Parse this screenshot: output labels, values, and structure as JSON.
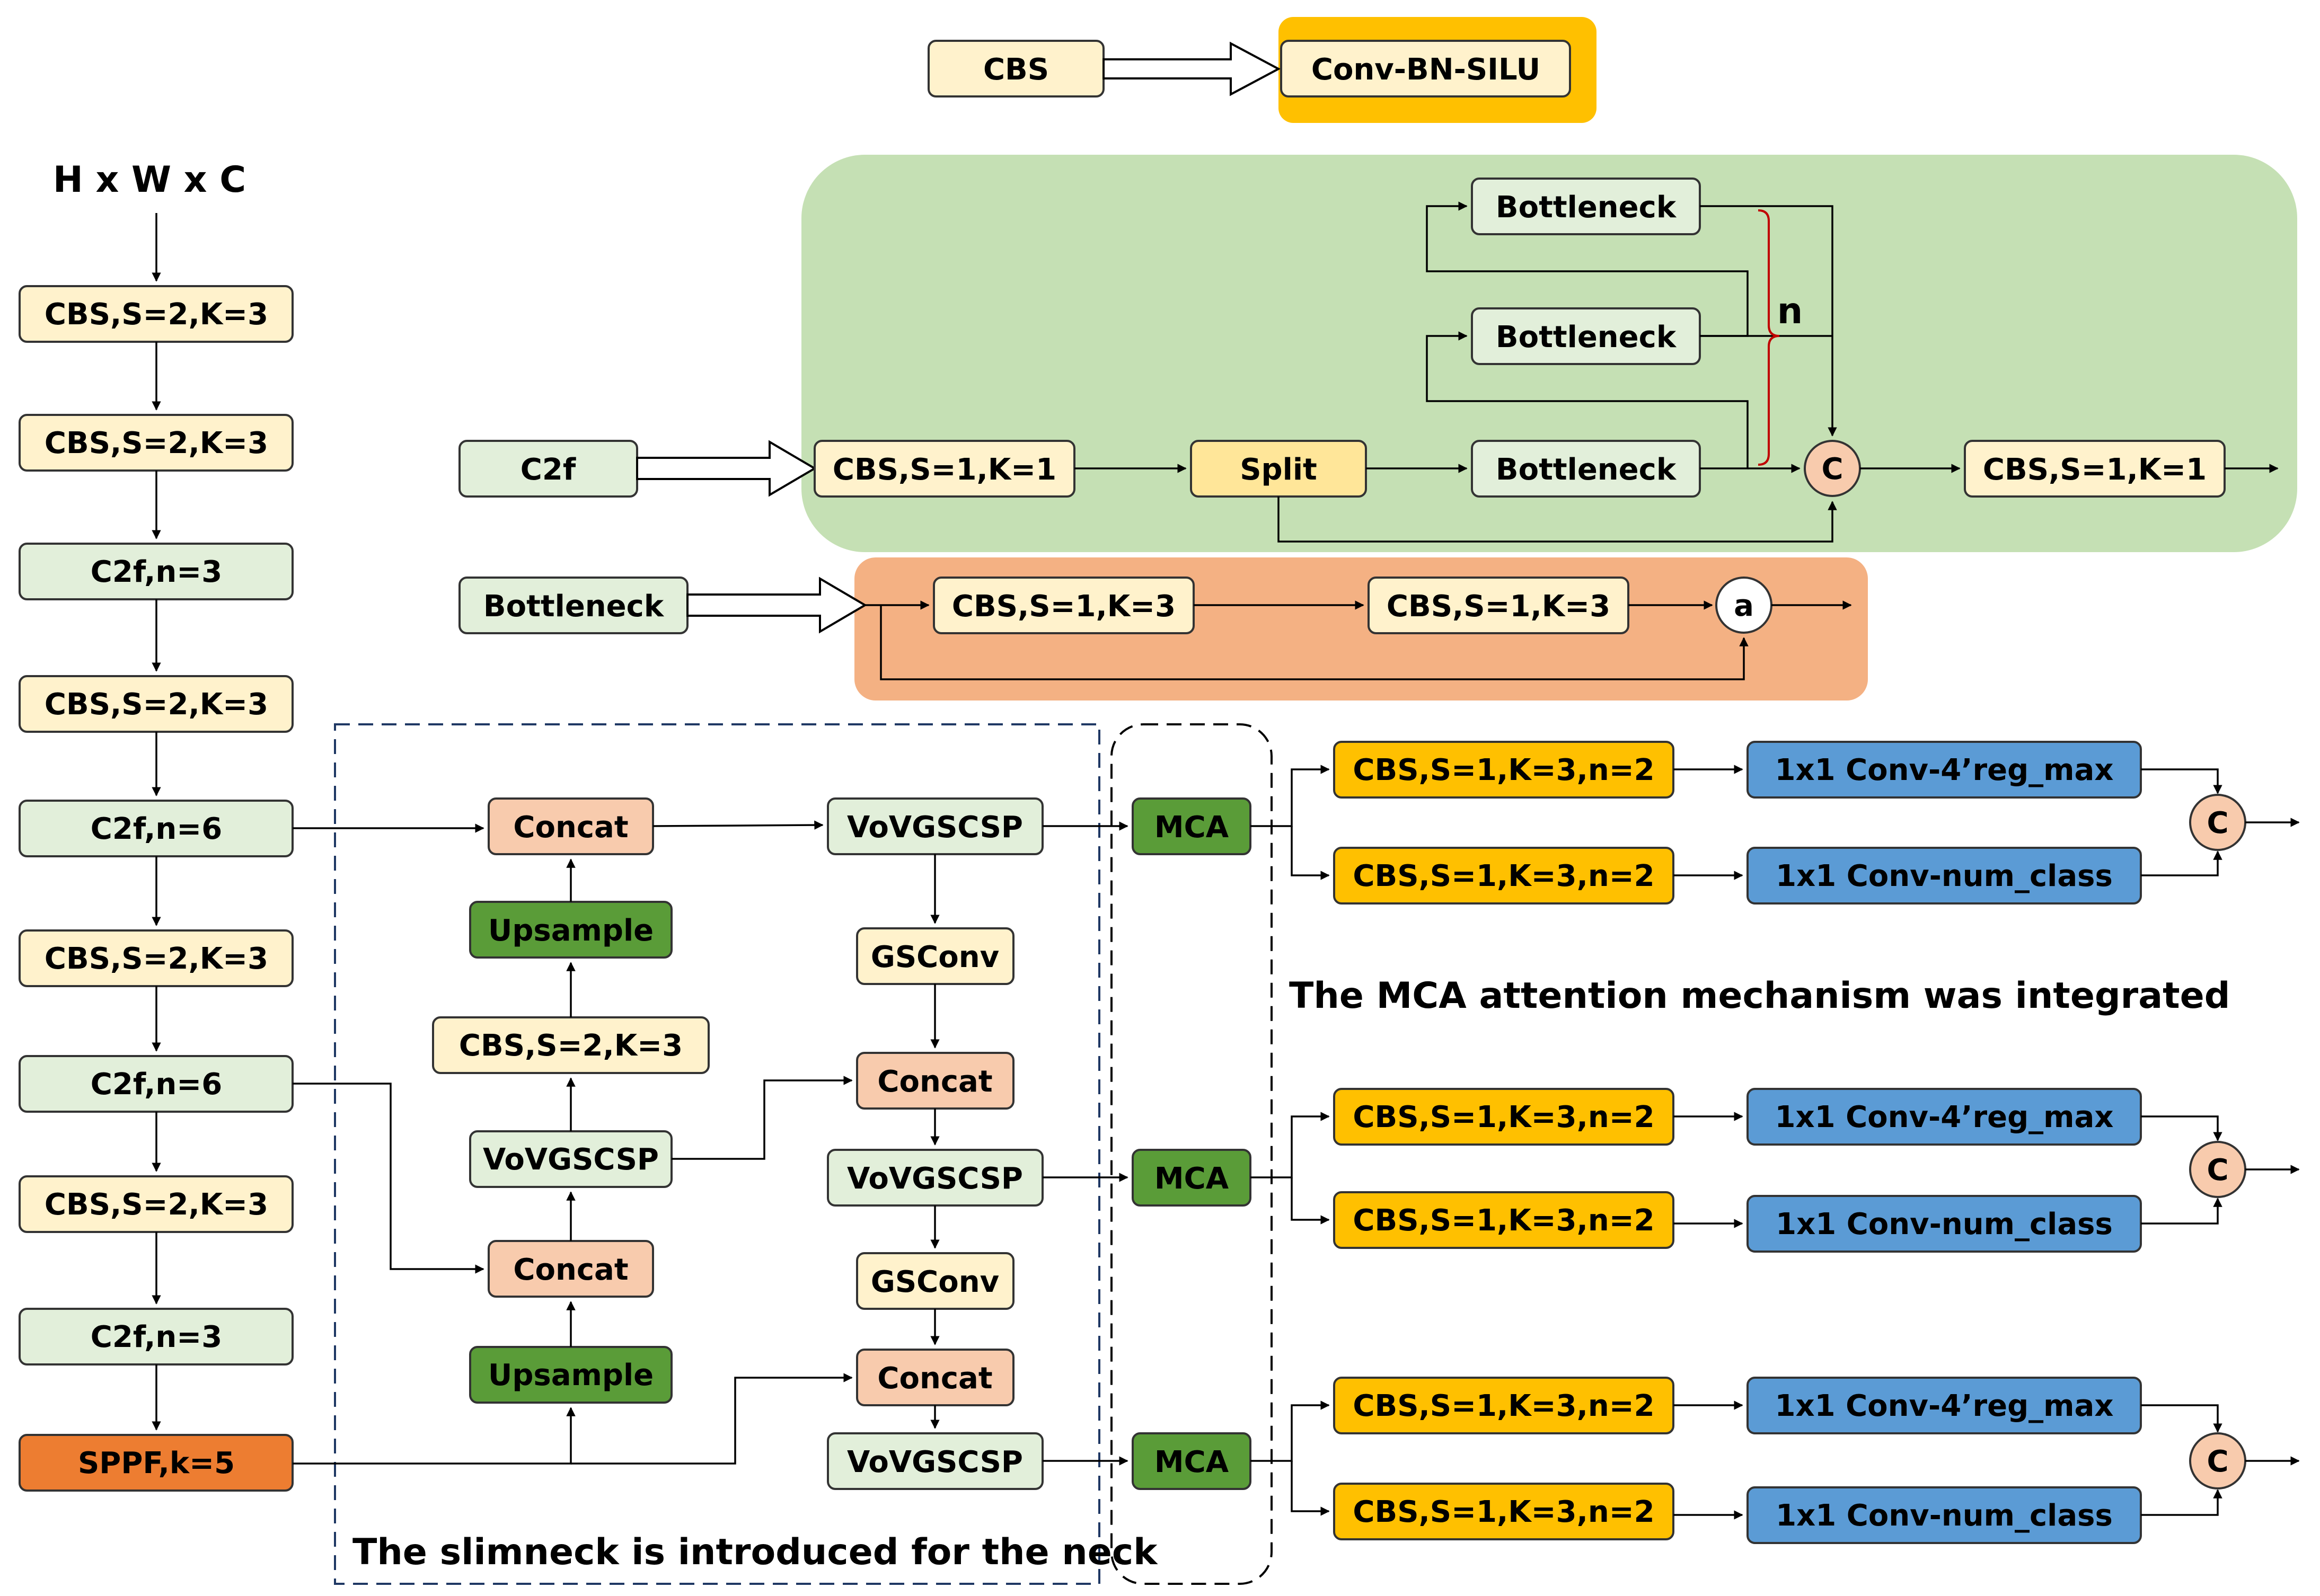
{
  "colors": {
    "cream": "#fff2cc",
    "light_green": "#e2efda",
    "peach": "#f8cbad",
    "dark_green": "#5a9c38",
    "orange": "#ed7d31",
    "gold": "#ffc000",
    "gold_box": "#ffc000",
    "blue": "#5b9bd5",
    "green_panel": "#c5e0b4",
    "orange_panel": "#f4b183",
    "split": "#ffe699",
    "bracket": "#c00000"
  },
  "input_label": "H x W x C",
  "backbone": [
    "CBS,S=2,K=3",
    "CBS,S=2,K=3",
    "C2f,n=3",
    "CBS,S=2,K=3",
    "C2f,n=6",
    "CBS,S=2,K=3",
    "C2f,n=6",
    "CBS,S=2,K=3",
    "C2f,n=3",
    "SPPF,k=5"
  ],
  "legend_cbs": {
    "from": "CBS",
    "to": "Conv-BN-SILU"
  },
  "c2f_detail": {
    "name": "C2f",
    "cbs_in": "CBS,S=1,K=1",
    "split": "Split",
    "bottleneck": "Bottleneck",
    "n_label": "n",
    "concat": "C",
    "cbs_out": "CBS,S=1,K=1"
  },
  "bottleneck_detail": {
    "name": "Bottleneck",
    "cbs1": "CBS,S=1,K=3",
    "cbs2": "CBS,S=1,K=3",
    "add": "a"
  },
  "neck": {
    "concat": "Concat",
    "upsample": "Upsample",
    "cbs": "CBS,S=2,K=3",
    "vovgscsp": "VoVGSCSP",
    "gsconv": "GSConv",
    "caption": "The slimneck is introduced for the neck"
  },
  "mca": {
    "label": "MCA",
    "caption": "The MCA attention mechanism was integrated"
  },
  "head": {
    "cbs": "CBS,S=1,K=3,n=2",
    "reg": "1x1 Conv-4’reg_max",
    "cls": "1x1 Conv-num_class",
    "concat": "C"
  }
}
